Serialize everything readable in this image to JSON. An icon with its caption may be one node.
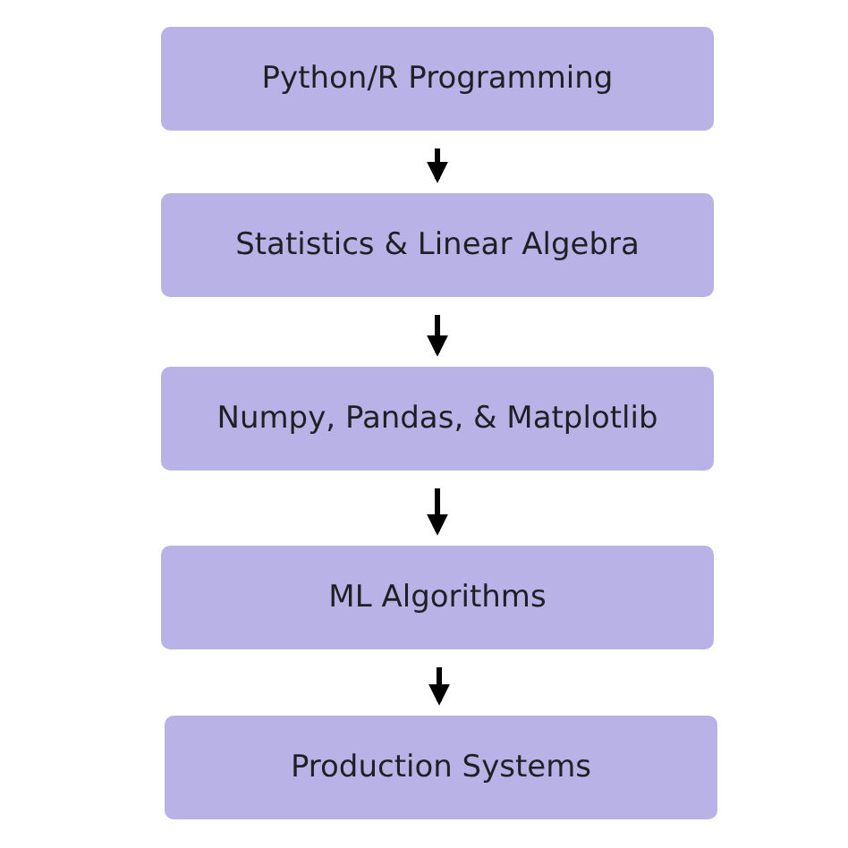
{
  "diagram": {
    "nodes": [
      {
        "text": [
          "Python/R Programming"
        ]
      },
      {
        "text": [
          "Statistics & Linear Algebra"
        ]
      },
      {
        "text": [
          "Numpy, Pandas, & Matplotlib"
        ]
      },
      {
        "text": [
          "ML Algorithms"
        ]
      },
      {
        "text": [
          "Production Systems"
        ]
      }
    ],
    "edges": [
      {
        "from": 0,
        "to": 1,
        "arrow": "to"
      },
      {
        "from": 1,
        "to": 2,
        "arrow": "to"
      },
      {
        "from": 2,
        "to": 3,
        "arrow": "to"
      },
      {
        "from": 3,
        "to": 4,
        "arrow": "to"
      }
    ]
  }
}
